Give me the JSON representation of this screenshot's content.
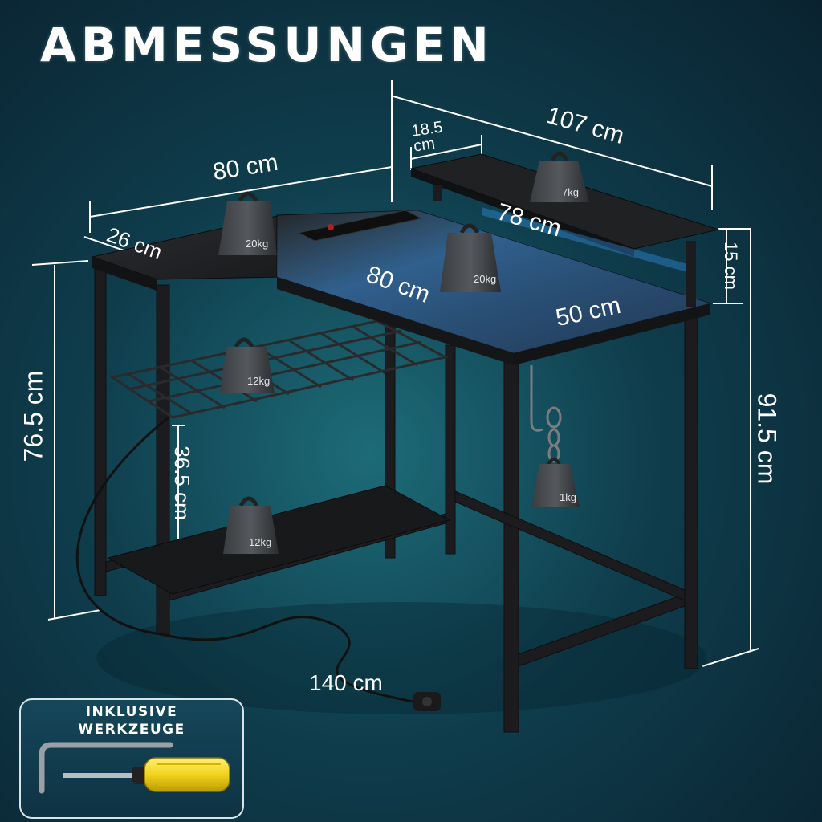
{
  "title": "ABMESSUNGEN",
  "dimensions": {
    "side_width": "80 cm",
    "side_depth": "26 cm",
    "main_length": "80 cm",
    "main_depth": "50 cm",
    "shelf_width": "107 cm",
    "shelf_inner": "78 cm",
    "shelf_depth_line1": "18.5",
    "shelf_depth_line2": "cm",
    "shelf_height": "15 cm",
    "desk_height": "76.5 cm",
    "total_height": "91.5 cm",
    "lower_shelf_height": "36.5 cm",
    "cable_length": "140 cm"
  },
  "weights": {
    "monitor_shelf": "7kg",
    "side_top": "20kg",
    "main_top": "20kg",
    "basket": "12kg",
    "bottom_shelf": "12kg",
    "hook": "1kg"
  },
  "tools": {
    "line1": "INKLUSIVE",
    "line2": "WERKZEUGE"
  },
  "colors": {
    "background": "#0f3d4c",
    "frame": "#1c1c1e",
    "desktop": "#222426",
    "led_glow": "#4aa8ff",
    "screwdriver_handle": "#f2d21b"
  }
}
